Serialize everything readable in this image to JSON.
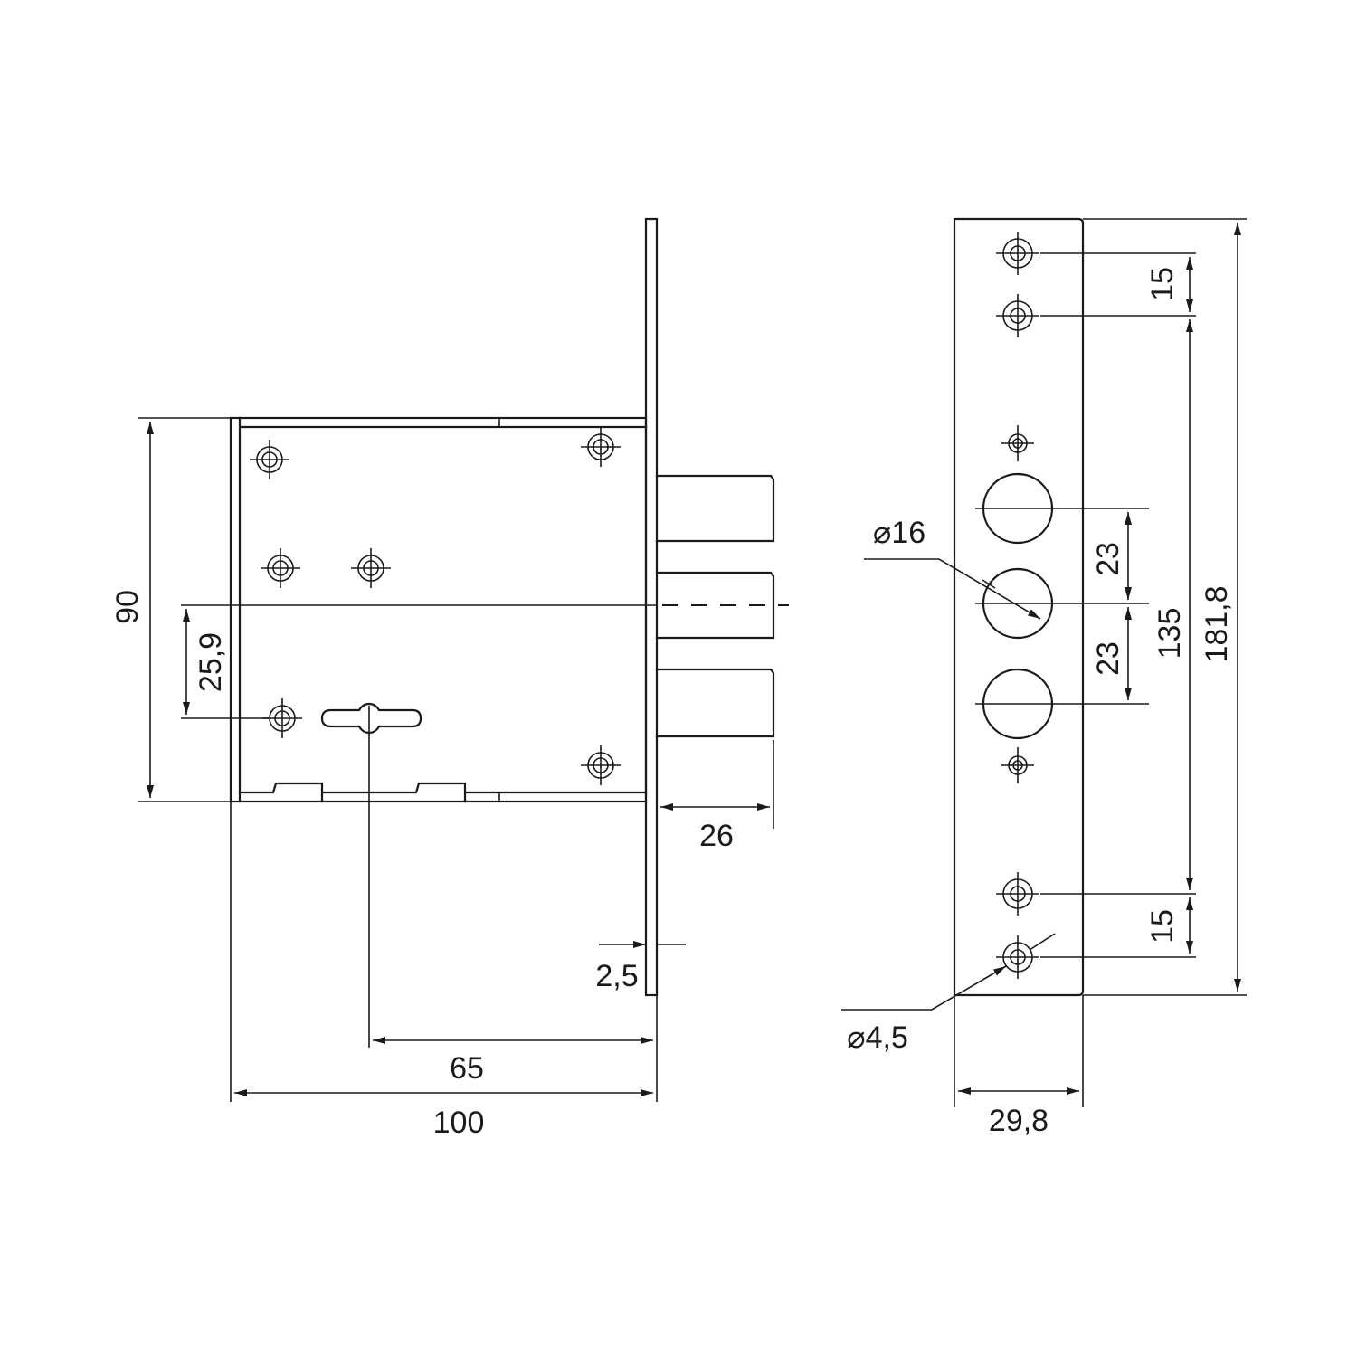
{
  "drawing": {
    "side_view": {
      "dim_height": "90",
      "dim_key_offset": "25,9",
      "dim_bolt_throw": "26",
      "dim_faceplate_thickness": "2,5",
      "dim_backset": "65",
      "dim_case_width": "100"
    },
    "front_view": {
      "dim_screw_spacing_top": "15",
      "dim_bolt_pitch_upper": "23",
      "dim_bolt_pitch_lower": "23",
      "dim_center_span": "135",
      "dim_total_height": "181,8",
      "dim_screw_spacing_bottom": "15",
      "dim_bolt_diameter": "⌀16",
      "dim_screw_diameter": "⌀4,5",
      "dim_faceplate_width": "29,8"
    },
    "colors": {
      "line": "#1a1a1a",
      "background": "#ffffff"
    }
  }
}
